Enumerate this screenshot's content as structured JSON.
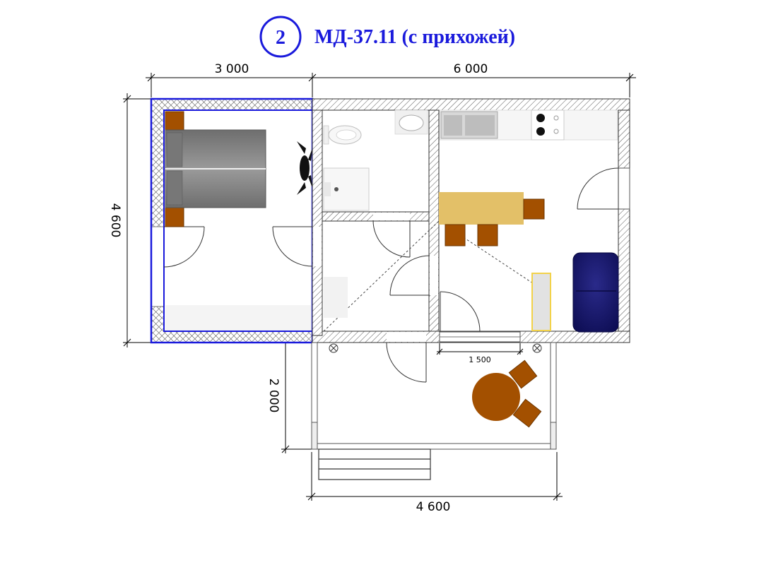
{
  "header": {
    "number": "2",
    "title": "МД-37.11 (с прихожей)"
  },
  "dimensions": {
    "top_left": "3 000",
    "top_right": "6 000",
    "left": "4 600",
    "porch_left": "2 000",
    "window": "1 500",
    "bottom": "4 600"
  },
  "colors": {
    "accent": "#1a1adc",
    "wall": "#333333",
    "wood": "#a35000",
    "table": "#e3c068",
    "sofa": "#1a1a6e",
    "bed": "#8a8a8a"
  }
}
